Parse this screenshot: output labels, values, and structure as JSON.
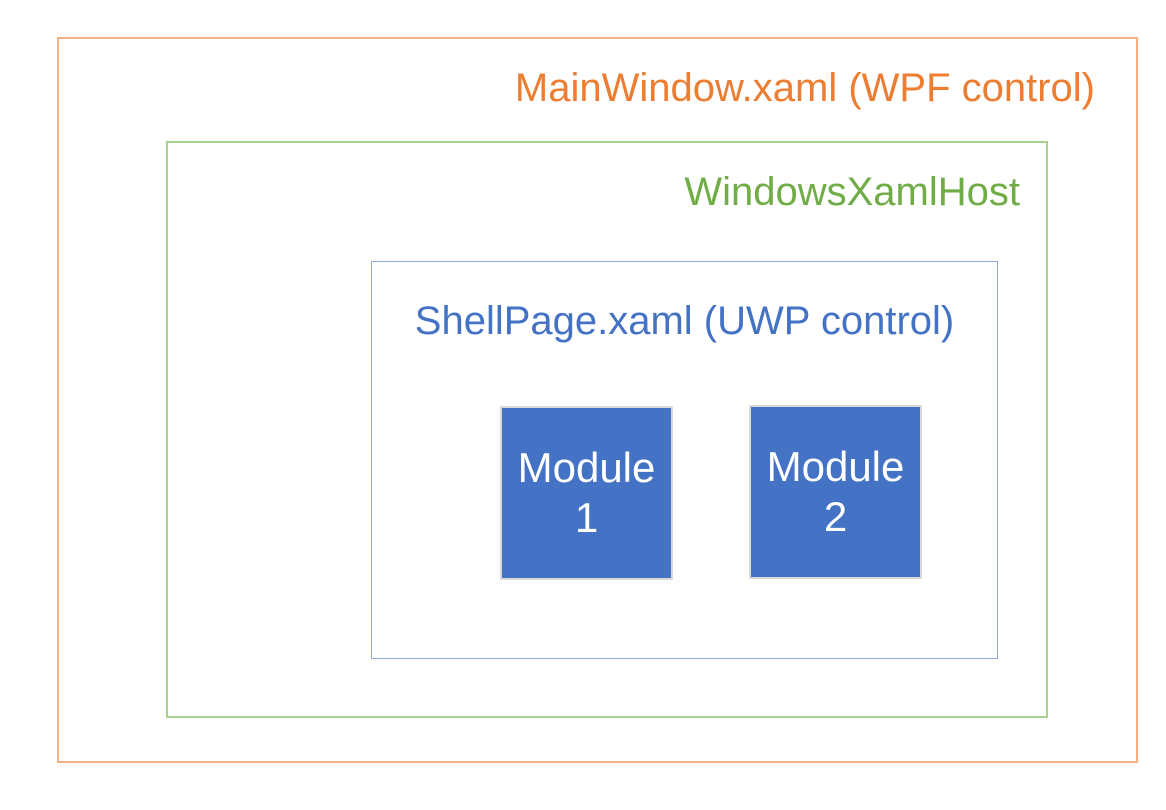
{
  "diagram": {
    "background_color": "#FFFFFF",
    "outer": {
      "label": "MainWindow.xaml (WPF control)",
      "text_color": "#ED7D31",
      "border_color": "#F4B183"
    },
    "host": {
      "label": "WindowsXamlHost",
      "text_color": "#70AD47",
      "border_color": "#A9D18E"
    },
    "shell": {
      "label": "ShellPage.xaml (UWP control)",
      "text_color": "#4472C4",
      "border_color": "#8FAADC"
    },
    "modules": [
      {
        "label": "Module 1",
        "lines": [
          "Module",
          "1"
        ],
        "fill_color": "#4472C4",
        "text_color": "#FFFFFF",
        "border_color": "#D9D9D9"
      },
      {
        "label": "Module 2",
        "lines": [
          "Module",
          "2"
        ],
        "fill_color": "#4472C4",
        "text_color": "#FFFFFF",
        "border_color": "#D9D9D9"
      }
    ]
  }
}
